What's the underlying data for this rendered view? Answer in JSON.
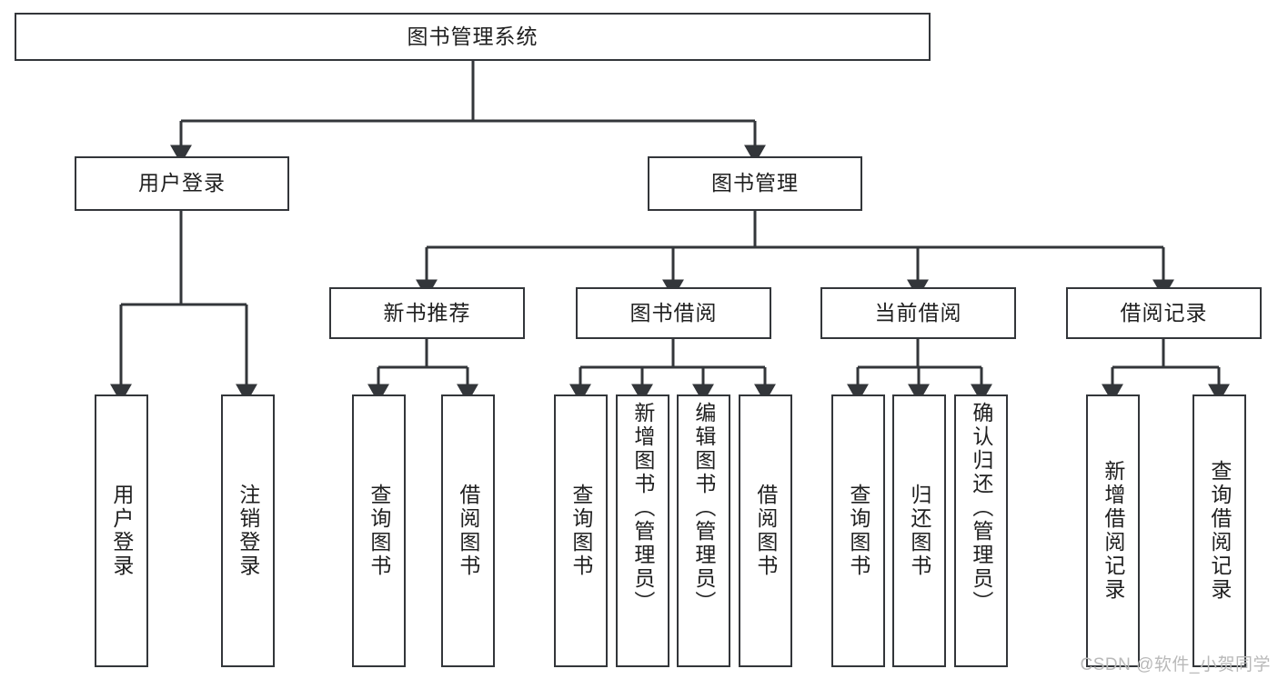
{
  "diagram": {
    "title": "图书管理系统",
    "type": "hierarchy-tree",
    "root": {
      "label": "图书管理系统",
      "level": 1
    },
    "level2": [
      {
        "label": "用户登录"
      },
      {
        "label": "图书管理"
      }
    ],
    "level3": [
      {
        "label": "新书推荐",
        "parent": "图书管理"
      },
      {
        "label": "图书借阅",
        "parent": "图书管理"
      },
      {
        "label": "当前借阅",
        "parent": "图书管理"
      },
      {
        "label": "借阅记录",
        "parent": "图书管理"
      }
    ],
    "leaves": {
      "user_login": [
        {
          "label": "用户登录"
        },
        {
          "label": "注销登录"
        }
      ],
      "new_book_recommend": [
        {
          "label": "查询图书"
        },
        {
          "label": "借阅图书"
        }
      ],
      "book_borrow": [
        {
          "label": "查询图书"
        },
        {
          "label": "新增图书（管理员）"
        },
        {
          "label": "编辑图书（管理员）"
        },
        {
          "label": "借阅图书"
        }
      ],
      "current_borrow": [
        {
          "label": "查询图书"
        },
        {
          "label": "归还图书"
        },
        {
          "label": "确认归还（管理员）"
        }
      ],
      "borrow_record": [
        {
          "label": "新增借阅记录"
        },
        {
          "label": "查询借阅记录"
        }
      ]
    }
  },
  "watermark": {
    "text": "CSDN @软件_小贺同学"
  },
  "colors": {
    "stroke": "#33363a",
    "box_fill": "#ffffff",
    "text": "#1f1f1f",
    "watermark": "#b9b9b9",
    "background": "#ffffff"
  }
}
